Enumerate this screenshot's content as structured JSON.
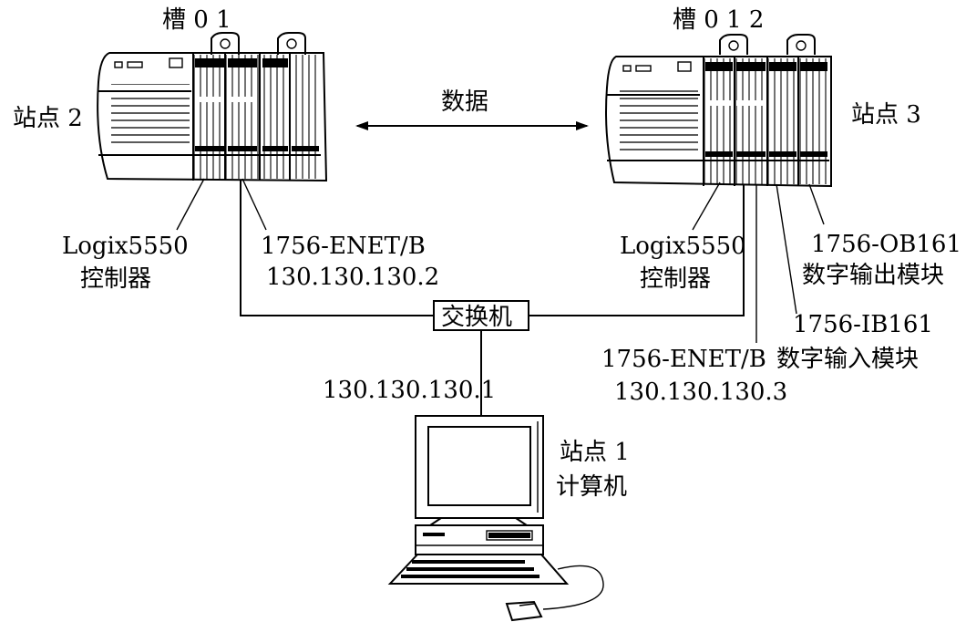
{
  "station2": {
    "name": "站点 2",
    "slot_header": "槽 0 1",
    "controller_label": [
      "Logix5550",
      "控制器"
    ],
    "enet_label": [
      "1756-ENET/B",
      "130.130.130.2"
    ]
  },
  "station3": {
    "name": "站点 3",
    "slot_header": "槽 0 1 2",
    "controller_label": [
      "Logix5550",
      "控制器"
    ],
    "enet_label": [
      "1756-ENET/B",
      "130.130.130.3"
    ],
    "input_module_label": [
      "1756-IB161",
      "数字输入模块"
    ],
    "output_module_label": [
      "1756-OB161",
      "数字输出模块"
    ]
  },
  "data_link_label": "数据",
  "switch_label": "交换机",
  "station1": {
    "name": "站点 1",
    "device": "计算机",
    "ip": "130.130.130.1"
  },
  "colors": {
    "ink": "#000000",
    "paper": "#ffffff"
  }
}
